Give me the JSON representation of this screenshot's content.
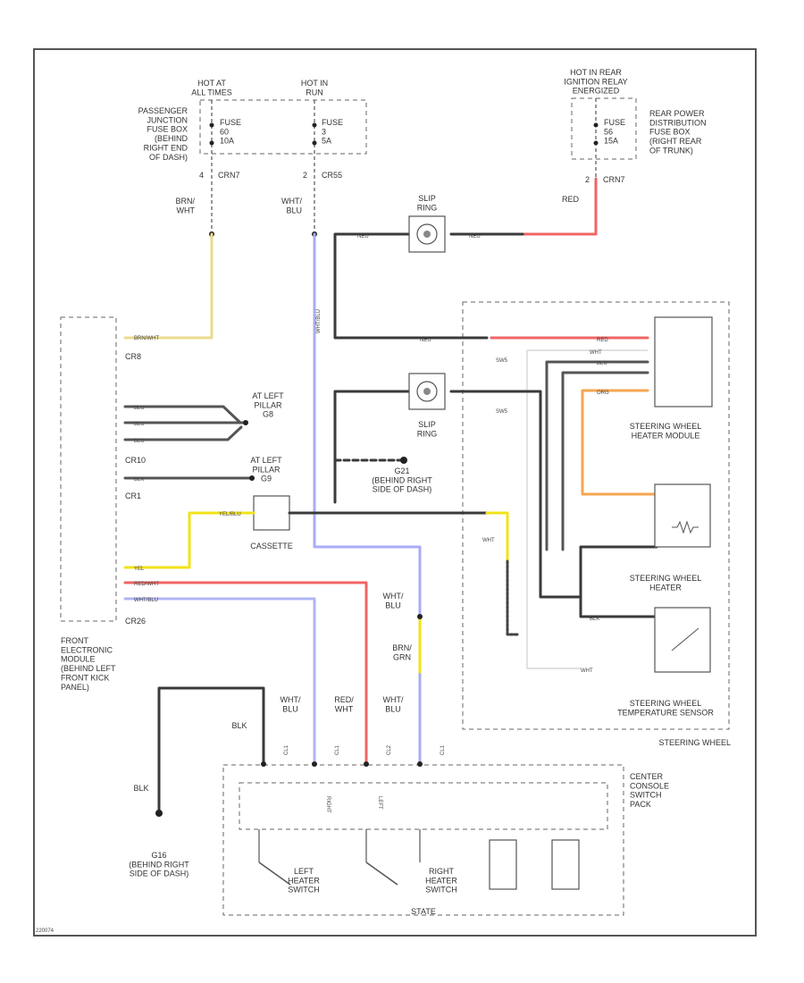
{
  "diagram": {
    "top_sources": {
      "hot_at_all_times": "HOT AT\nALL TIMES",
      "hot_in_run": "HOT IN\nRUN",
      "hot_in_rear_relay": "HOT IN REAR\nIGNITION RELAY\nENERGIZED"
    },
    "fuse_boxes": {
      "passenger_junction": "PASSENGER\nJUNCTION\nFUSE BOX\n(BEHIND\nRIGHT END\nOF DASH)",
      "rear_power": "REAR POWER\nDISTRIBUTION\nFUSE BOX\n(RIGHT REAR\nOF TRUNK)",
      "fuse_a": "FUSE\n60\n10A",
      "fuse_b": "FUSE\n3\n5A",
      "fuse_c": "FUSE\n56\n15A"
    },
    "pins": {
      "p1": "4",
      "p1_conn": "CRN7",
      "p2": "2",
      "p2_conn": "CR55",
      "p3": "2",
      "p3_conn": "CRN7"
    },
    "wire_labels": {
      "brn_wht": "BRN/\nWHT",
      "wht_blu_top": "WHT/\nBLU",
      "red_top": "RED",
      "neu": "NEU",
      "wht_blu_vert": "WHT/BLU",
      "brn_wht_h": "BRN/WHT",
      "blu_1": "BLU",
      "blu_2": "BLU",
      "blu_3": "BLU",
      "blk_1": "BLK",
      "yel": "YEL",
      "red_wht": "RED/WHT",
      "wht_blu_h": "WHT/BLU",
      "wht_blu_a": "WHT/\nBLU",
      "red_wht_a": "RED/\nWHT",
      "wht_blu_b": "WHT/\nBLU",
      "wht_blu_c": "WHT/\nBLU",
      "brn_grn": "BRN/\nGRN",
      "blk_gnd": "BLK",
      "blk_gnd2": "BLK",
      "wht_sw": "WHT",
      "red_sw": "RED",
      "blu_sw": "BLU",
      "org_sw": "ORG",
      "wht_sw2": "WHT",
      "blk_sw": "BLK",
      "wht_t": "WHT",
      "yel_cas": "YEL/BLU"
    },
    "connectors": {
      "cr8": "CR8",
      "cr10": "CR10",
      "cr1": "CR1",
      "cr26": "CR26",
      "sw5a": "SW5",
      "sw5b": "SW5"
    },
    "components": {
      "slip_ring_1": "SLIP\nRING",
      "slip_ring_2": "SLIP\nRING",
      "at_left_1": "AT LEFT\nPILLAR\nG8",
      "at_left_2": "AT LEFT\nPILLAR\nG9",
      "ground_g21": "G21\n(BEHIND RIGHT\nSIDE OF DASH)",
      "ground_g16": "G16\n(BEHIND RIGHT\nSIDE OF DASH)",
      "cassette": "CASSETTE",
      "front_module": "FRONT\nELECTRONIC\nMODULE\n(BEHIND LEFT\nFRONT KICK\nPANEL)",
      "sw_heater_module": "STEERING WHEEL\nHEATER MODULE",
      "sw_heater": "STEERING WHEEL\nHEATER",
      "sw_temp_sensor": "STEERING WHEEL\nTEMPERATURE SENSOR",
      "steering_wheel": "STEERING WHEEL",
      "center_console": "CENTER\nCONSOLE\nSWITCH\nPACK",
      "left_heater_switch": "LEFT\nHEATER\nSWITCH",
      "right_heater_switch": "RIGHT\nHEATER\nSWITCH",
      "right_txt": "RIGHT",
      "left_txt": "LEFT",
      "state": "STATE",
      "cl1": "CL1",
      "cl2": "CL1",
      "cl3": "CL2",
      "cl4": "CL1"
    },
    "footer_id": "220074",
    "colors": {
      "yellow": "#f2e21a",
      "red": "#f05a5a",
      "blue": "#9aa0f5",
      "orange": "#f5a040",
      "black": "#3a3a3a",
      "gray": "#cfcfcf",
      "frame": "#555555"
    }
  }
}
